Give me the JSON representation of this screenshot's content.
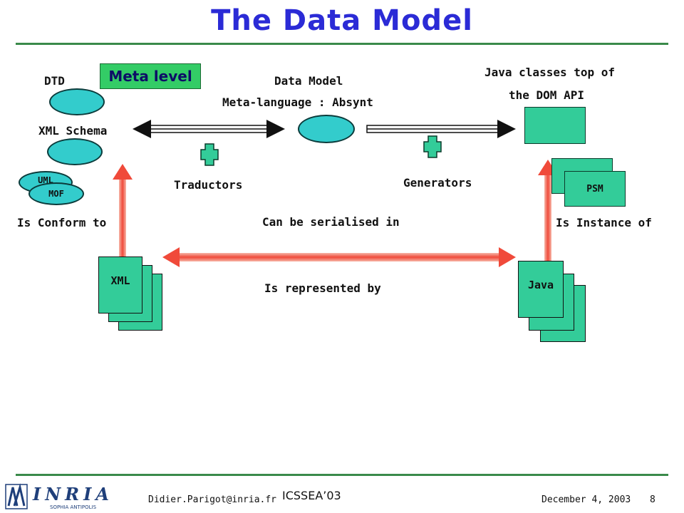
{
  "title": "The Data Model",
  "meta_level": "Meta level",
  "left": {
    "dtd": "DTD",
    "xml_schema": "XML Schema",
    "uml": "UML",
    "mof": "MOF"
  },
  "center": {
    "data_model": "Data Model",
    "meta_language": "Meta-language : Absynt"
  },
  "right": {
    "java_line1": "Java classes top of",
    "java_line2": "the DOM API",
    "psm": "PSM"
  },
  "labels": {
    "traductors": "Traductors",
    "generators": "Generators",
    "is_conform_to": "Is Conform to",
    "can_be_serialised_in": "Can be serialised in",
    "is_instance_of": "Is Instance of",
    "is_represented_by": "Is represented by"
  },
  "docs": {
    "xml": "XML",
    "java": "Java"
  },
  "footer": {
    "email": "Didier.Parigot@inria.fr",
    "conference": "ICSSEA’03",
    "date": "December 4, 2003",
    "page": "8",
    "logo_text": "INRIA",
    "logo_subtext": "SOPHIA ANTIPOLIS"
  },
  "colors": {
    "title": "#2b2bd6",
    "meta_level_bg": "#33cc66",
    "ellipse": "#33cccc",
    "document": "#33cc99",
    "arrow_red": "#f04a3a",
    "rule": "#3a8a4a"
  }
}
